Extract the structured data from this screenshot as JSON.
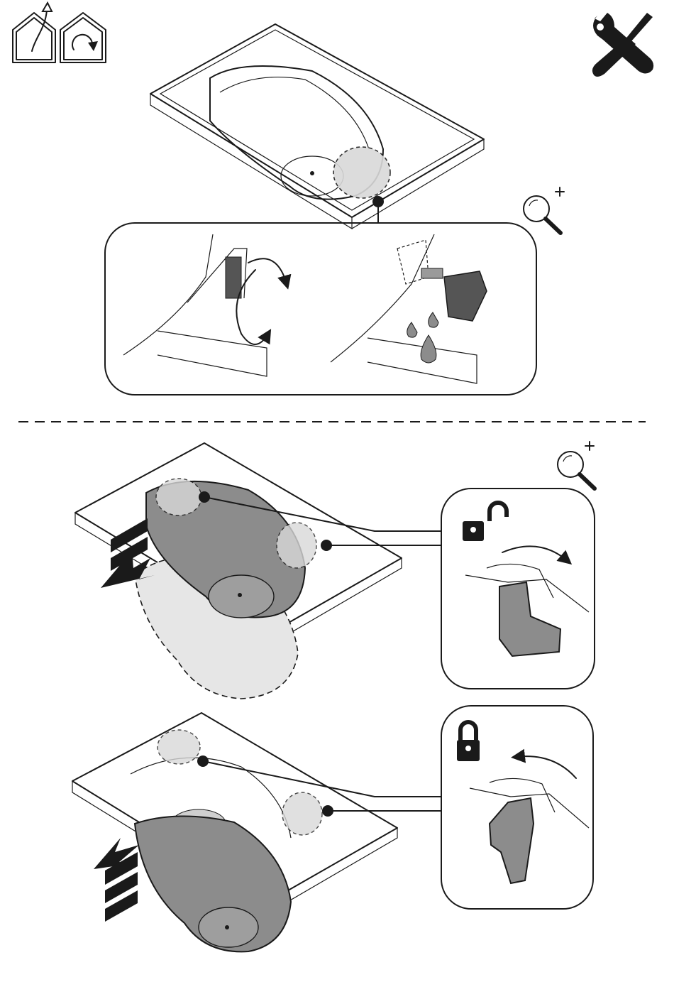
{
  "colors": {
    "ink": "#1a1a1a",
    "shade": "#8c8c8c",
    "ghost": "#e6e6e6",
    "highlight": "#d9d9d9",
    "paper": "#ffffff"
  },
  "icons": {
    "top_left": [
      "house-exhaust-icon",
      "house-recirculation-icon"
    ],
    "top_right": "tools-icon",
    "zoom_upper": "magnifier-zoom-icon",
    "zoom_lower": "magnifier-zoom-icon",
    "unlock": "padlock-open-icon",
    "lock": "padlock-closed-icon",
    "rotate": "rotate-arrow-icon",
    "drops": "water-drop-icon"
  },
  "sections": [
    {
      "id": "drain",
      "detail_panel": "drain-cap-detail"
    },
    {
      "id": "remove-motor",
      "detail_panel": "unlock-detail"
    },
    {
      "id": "refit-motor",
      "detail_panel": "lock-detail"
    }
  ]
}
